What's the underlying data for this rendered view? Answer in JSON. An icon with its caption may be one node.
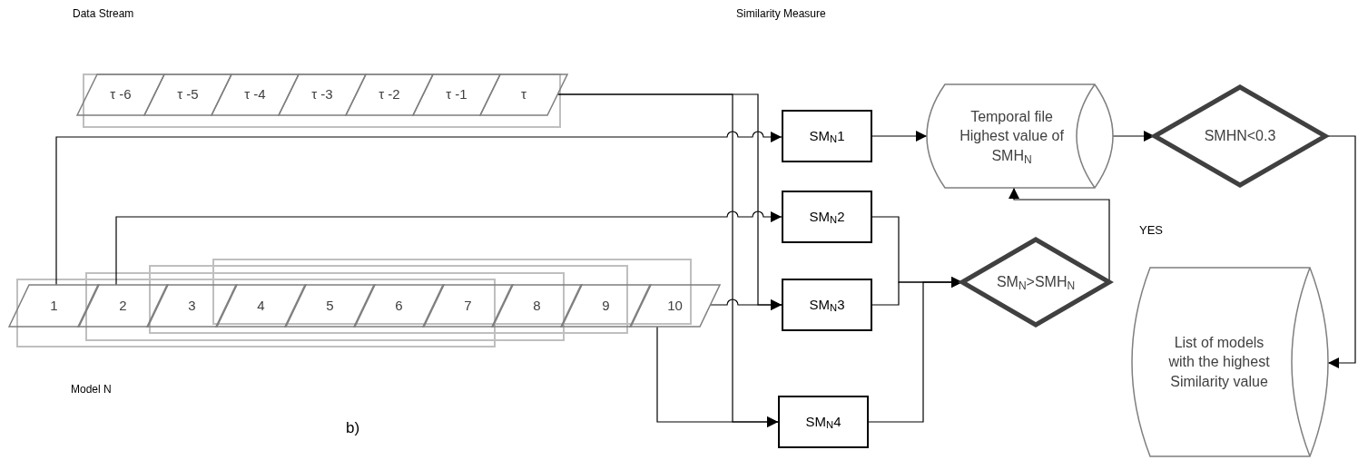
{
  "diagram": {
    "nodes": [
      {
        "text": [
          "τ -6"
        ]
      },
      {
        "text": [
          "τ -5"
        ]
      },
      {
        "text": [
          "τ -4"
        ]
      },
      {
        "text": [
          "τ -3"
        ]
      },
      {
        "text": [
          "τ -2"
        ]
      },
      {
        "text": [
          "τ -1"
        ]
      },
      {
        "text": [
          "τ"
        ]
      },
      {
        "text": [
          "1"
        ]
      },
      {
        "text": [
          "2"
        ]
      },
      {
        "text": [
          "3"
        ]
      },
      {
        "text": [
          "4"
        ]
      },
      {
        "text": [
          "5"
        ]
      },
      {
        "text": [
          "6"
        ]
      },
      {
        "text": [
          "7"
        ]
      },
      {
        "text": [
          "8"
        ]
      },
      {
        "text": [
          "9"
        ]
      },
      {
        "text": [
          "10"
        ]
      },
      {
        "text": [
          "SM$_{N}$1"
        ]
      },
      {
        "text": [
          "SM$_{N}$2"
        ]
      },
      {
        "text": [
          "SM$_{N}$3"
        ]
      },
      {
        "text": [
          "SM$_{N}$4"
        ]
      },
      {
        "text": [
          "Temporal file Highest value of SMH$_{N}$"
        ]
      },
      {
        "text": [
          "SMHN<0.3"
        ]
      },
      {
        "text": [
          "SM$_{N}$>SMH$_{N}$"
        ]
      },
      {
        "text": [
          "List of models with the highest Similarity value"
        ]
      }
    ],
    "edges": [
      {
        "from": 6,
        "to": 19,
        "arrow": "to"
      },
      {
        "from": 6,
        "to": 20,
        "arrow": "to"
      },
      {
        "from": 7,
        "to": 17,
        "arrow": "to"
      },
      {
        "from": 8,
        "to": 18,
        "arrow": "to"
      },
      {
        "from": 16,
        "to": 19,
        "arrow": "to"
      },
      {
        "from": 16,
        "to": 20,
        "arrow": "to"
      },
      {
        "from": 17,
        "to": 21,
        "arrow": "to"
      },
      {
        "from": 18,
        "to": 23,
        "arrow": "to"
      },
      {
        "from": 19,
        "to": 23,
        "arrow": "to"
      },
      {
        "from": 20,
        "to": 23,
        "arrow": "to"
      },
      {
        "from": 23,
        "to": 21,
        "arrow": "to"
      },
      {
        "from": 21,
        "to": 22,
        "arrow": "to"
      },
      {
        "from": 22,
        "to": 24,
        "arrow": "to"
      }
    ],
    "labels": [
      "Data Stream",
      "Similarity Measure",
      "YES",
      "Model N",
      "b)"
    ]
  }
}
